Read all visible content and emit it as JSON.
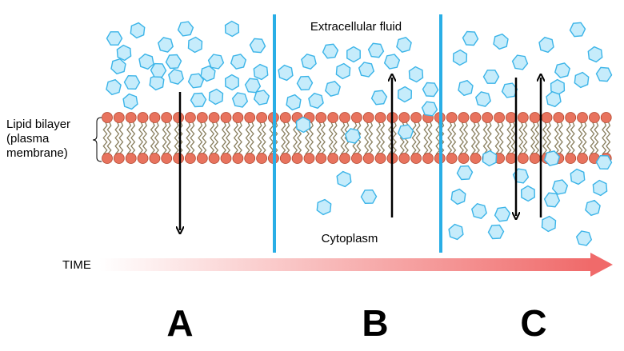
{
  "labels": {
    "extracellular": "Extracellular fluid",
    "cytoplasm": "Cytoplasm",
    "bilayer_line1": "Lipid bilayer",
    "bilayer_line2": "(plasma",
    "bilayer_line3": "membrane)",
    "time": "TIME"
  },
  "panels": [
    {
      "letter": "A"
    },
    {
      "letter": "B"
    },
    {
      "letter": "C"
    }
  ],
  "colors": {
    "molecule_fill": "#c6ecfb",
    "molecule_stroke": "#3bb4e8",
    "divider": "#29aee6",
    "lipid_head": "#e8735e",
    "lipid_head_stroke": "#b3472f",
    "tail": "#8a8060",
    "time_arrow_start": "#ffffff",
    "time_arrow_end": "#f06a6a",
    "movement_arrow": "#000000"
  }
}
